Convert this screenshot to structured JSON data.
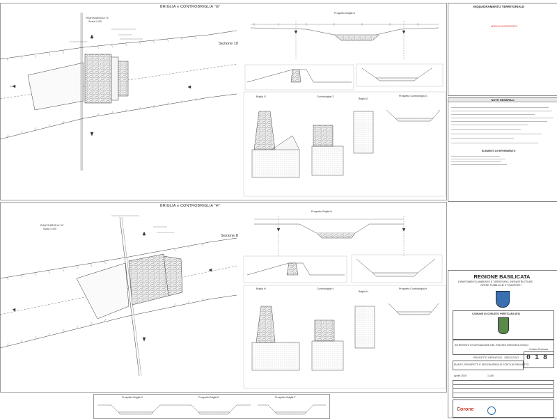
{
  "drawings": {
    "top": {
      "title": "BRIGLIA e CONTROBRIGLIA \"G\"",
      "plan_title": "PIANTA BRIGLIA \"G\"",
      "plan_scale": "Scala 1:100",
      "section_label": "Sezione 10"
    },
    "bottom": {
      "title": "BRIGLIA e CONTROBRIGLIA \"H\"",
      "plan_title": "PIANTA BRIGLIA \"H\"",
      "plan_scale": "Scala 1:100",
      "section_label": "Sezione 8"
    },
    "sections": {
      "s1": "Briglia G",
      "s2": "Controbriglia G",
      "s3": "Briglia G",
      "s4": "Briglia H",
      "s5": "Controbriglia H",
      "s6": "Briglia H",
      "prosp1": "Prospetto Briglia G",
      "prosp2": "Prospetto Controbriglia G",
      "prosp3": "Prospetto Briglia H",
      "prosp4": "Prospetto Controbriglia H",
      "bottom1": "Prospetto Briglia D",
      "bottom2": "Prospetto Briglia E",
      "bottom3": "Prospetto Briglia F"
    }
  },
  "map": {
    "title": "INQUADRAMENTO TERRITORIALE",
    "marker_label": "AREA DI INTERVENTO"
  },
  "notes": {
    "title": "NOTE GENERALI",
    "sub_title": "ELEMENTI DI RIFERIMENTO"
  },
  "titleblock": {
    "regione": "REGIONE BASILICATA",
    "dept_line1": "DIPARTIMENTO AMBIENTE E TERRITORIO, INFRASTRUTTURE,",
    "dept_line2": "OPERE PUBBLICHE E TRASPORTI",
    "comune": "COMUNE DI CORLETO PERTICARA (PZ)",
    "intervento": "INTERVENTI DI MITIGAZIONE DEL RISCHIO IDROGEOLOGICO",
    "localita": "Corleto Perticara",
    "fase": "PROGETTO DEFINITIVO - ESECUTIVO",
    "oggetto": "PIANTE, PROSPETTI E SEZIONI BRIGLIE STATO DI PROGETTO",
    "tavola": "0 1 8",
    "data": "Aprile 2019",
    "scala": "1:100",
    "logo": "Corone"
  },
  "colors": {
    "line": "#3a3a3a",
    "hatch": "#7a7a7a",
    "map_red": "#d43a3a",
    "map_green": "#9cc48a",
    "stone": "#b9b9b9"
  }
}
